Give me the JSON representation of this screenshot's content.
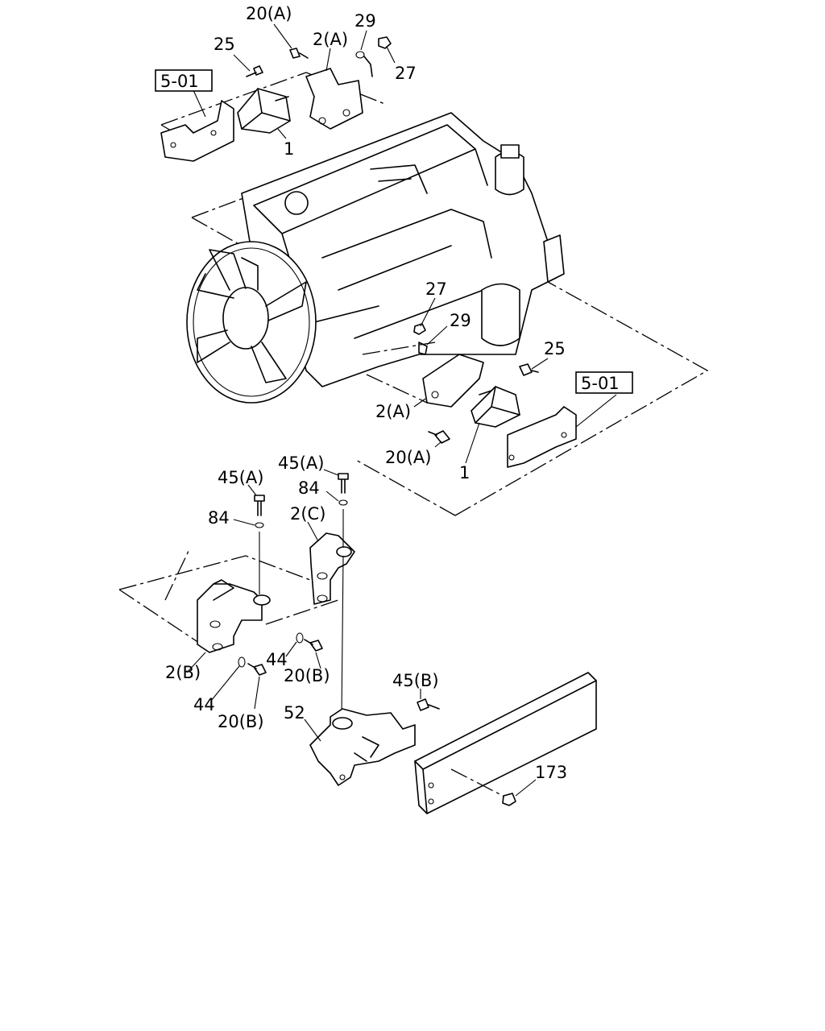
{
  "labels": {
    "top_20a": "20(A)",
    "top_2a": "2(A)",
    "top_29": "29",
    "top_25": "25",
    "top_27": "27",
    "top_1": "1",
    "top_ref": "5-01",
    "mid_27": "27",
    "mid_29": "29",
    "mid_25": "25",
    "mid_ref": "5-01",
    "mid_2a": "2(A)",
    "mid_20a": "20(A)",
    "mid_1": "1",
    "rear_45a_l": "45(A)",
    "rear_45a_r": "45(A)",
    "rear_84_r": "84",
    "rear_84_l": "84",
    "rear_2c": "2(C)",
    "rear_44_r": "44",
    "rear_20b_r": "20(B)",
    "rear_2b": "2(B)",
    "rear_44_l": "44",
    "rear_20b_l": "20(B)",
    "rear_45b": "45(B)",
    "rear_52": "52",
    "rear_173": "173"
  }
}
